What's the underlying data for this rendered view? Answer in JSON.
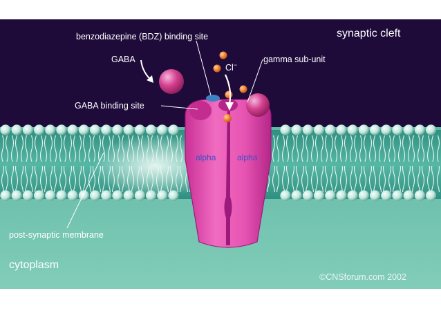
{
  "figure": {
    "region_labels": {
      "synaptic_cleft": "synaptic cleft",
      "cytoplasm": "cytoplasm",
      "membrane": "post-synaptic membrane"
    },
    "callouts": {
      "bdz_site": "benzodiazepine (BDZ) binding site",
      "gaba": "GABA",
      "chloride": "Cl",
      "chloride_charge": "−",
      "gamma": "gamma sub-unit",
      "gaba_site": "GABA binding site"
    },
    "subunits": {
      "left": "alpha",
      "right": "alpha"
    },
    "copyright": "©CNSforum.com 2002",
    "colors": {
      "cleft": "#1e0b3a",
      "membrane_band": "#3a9f8f",
      "cytoplasm": "#6fc0ad",
      "receptor": "#e653b2",
      "receptor_dark": "#9c1a7a",
      "ion": "#f07a2a",
      "gaba_ball": "#d4418f"
    }
  }
}
